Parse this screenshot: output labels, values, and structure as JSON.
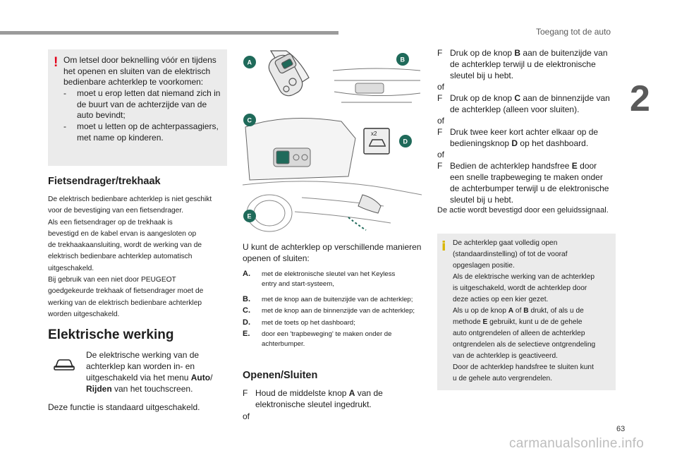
{
  "header": {
    "section_title": "Toegang tot de auto",
    "chapter_number": "2"
  },
  "page_number": "63",
  "watermark": "carmanualsonline.info",
  "warning": {
    "mark": "!",
    "intro": "Om letsel door beknelling vóór en tijdens het openen en sluiten van de elektrisch bedienbare achterklep te voorkomen:",
    "bullets": [
      "moet u erop letten dat niemand zich in de buurt van de achterzijde van de auto bevindt;",
      "moet u letten op de achterpassagiers, met name op kinderen."
    ]
  },
  "section_bike": {
    "title": "Fietsendrager/trekhaak",
    "text": [
      "De elektrisch bedienbare achterklep is niet geschikt",
      "voor de bevestiging van een fietsendrager.",
      "Als een fietsendrager op de trekhaak is",
      "bevestigd en de kabel ervan is aangesloten op",
      "de trekhaakaansluiting, wordt de werking van de",
      "elektrisch bedienbare achterklep automatisch",
      "uitgeschakeld.",
      "Bij gebruik van een niet door PEUGEOT",
      "goedgekeurde trekhaak of fietsendrager moet de",
      "werking van de elektrisch bedienbare achterklep",
      "worden uitgeschakeld."
    ]
  },
  "section_elec": {
    "title": "Elektrische werking",
    "lines": [
      "De elektrische werking van de",
      "achterklep kan worden in- en",
      "uitgeschakeld via het menu "
    ],
    "menu_auto": "Auto",
    "slash": "/",
    "menu_rijden": "Rijden",
    "line_end": " van het touchscreen.",
    "default_note": "Deze functie is standaard uitgeschakeld."
  },
  "figure": {
    "labels": [
      "A",
      "B",
      "C",
      "D",
      "E"
    ],
    "badge": "x2"
  },
  "open_methods": {
    "intro": [
      "U kunt de achterklep op verschillende manieren",
      "openen of sluiten:"
    ],
    "items": [
      {
        "label": "A.",
        "lines": [
          "met de elektronische sleutel van het Keyless",
          "entry and start-systeem,"
        ]
      },
      {
        "label": "B.",
        "lines": [
          "met de knop aan de buitenzijde van de achterklep;"
        ]
      },
      {
        "label": "C.",
        "lines": [
          "met de knop aan de binnenzijde van de achterklep;"
        ]
      },
      {
        "label": "D.",
        "lines": [
          "met de toets op het dashboard;"
        ]
      },
      {
        "label": "E.",
        "lines": [
          "door een 'trapbeweging' te maken onder de",
          "achterbumper."
        ]
      }
    ]
  },
  "section_open": {
    "title": "Openen/Sluiten",
    "step1_pre": "Houd de middelste knop ",
    "step1_key": "A",
    "step1_post": " van de",
    "step1_line2": "elektronische sleutel ingedrukt.",
    "of": "of"
  },
  "right_col": {
    "check": "F",
    "of": "of",
    "b_pre": "Druk op de knop ",
    "b_key": "B",
    "b_post": " aan de buitenzijde van",
    "b_l2": "de achterklep terwijl u de elektronische",
    "b_l3": "sleutel bij u hebt.",
    "c_pre": "Druk op de knop ",
    "c_key": "C",
    "c_post": " aan de binnenzijde van",
    "c_l2": "de achterklep (alleen voor sluiten).",
    "d_l1": "Druk twee keer kort achter elkaar op de",
    "d_pre": "bedieningsknop ",
    "d_key": "D",
    "d_post": " op het dashboard.",
    "e_pre": "Bedien de achterklep handsfree ",
    "e_key": "E",
    "e_post": " door",
    "e_l2": "een snelle trapbeweging te maken onder",
    "e_l3": "de achterbumper terwijl u de elektronische",
    "e_l4": "sleutel bij u hebt.",
    "signal": "De actie wordt bevestigd door een geluidssignaal."
  },
  "info": {
    "mark": "i",
    "lines": [
      "De achterklep gaat volledig open",
      "(standaardinstelling) of tot de vooraf",
      "opgeslagen positie.",
      "Als de elektrische werking van de achterklep",
      "is uitgeschakeld, wordt de achterklep door",
      "deze acties op een kier gezet."
    ],
    "ab_pre": "Als u op de knop ",
    "ab_a": "A",
    "ab_mid": " of ",
    "ab_b": "B",
    "ab_post": " drukt, of als u de",
    "e_pre": "methode ",
    "e_key": "E",
    "e_post": " gebruikt, kunt u de de gehele",
    "lines2": [
      "auto ontgrendelen of alleen de achterklep",
      "ontgrendelen als de selectieve ontgrendeling",
      "van de achterklep is geactiveerd.",
      "Door de achterklep handsfree te sluiten kunt",
      "u de gehele auto vergrendelen."
    ]
  }
}
